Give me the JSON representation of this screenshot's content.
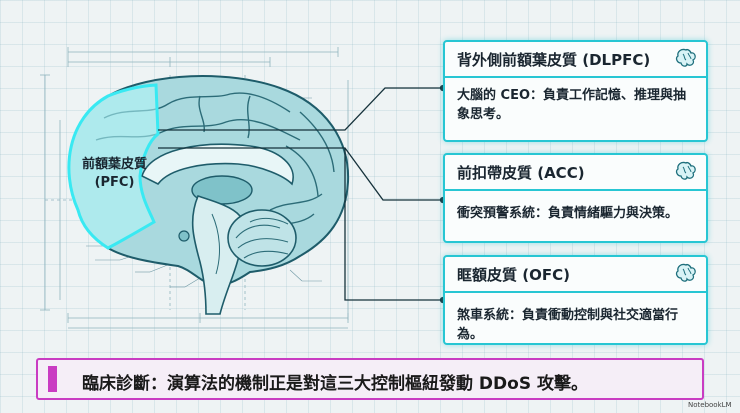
{
  "brain": {
    "pfc_label_line1": "前額葉皮質",
    "pfc_label_line2": "(PFC)"
  },
  "cards": [
    {
      "title": "背外側前額葉皮質 (DLPFC)",
      "body": "大腦的 CEO：負責工作記憶、推理與抽象思考。",
      "icon": "brain-icon"
    },
    {
      "title": "前扣帶皮質 (ACC)",
      "body": "衝突預警系統：負責情緒驅力與決策。",
      "icon": "brain-icon"
    },
    {
      "title": "眶額皮質 (OFC)",
      "body": "煞車系統：負責衝動控制與社交適當行為。",
      "icon": "brain-icon"
    }
  ],
  "banner": {
    "text": "臨床診斷：演算法的機制正是對這三大控制樞紐發動 DDoS 攻擊。"
  },
  "branding": {
    "watermark": "NotebookLM"
  },
  "colors": {
    "card_border": "#27c6d3",
    "pfc_glow": "#39e9f2",
    "banner_border": "#c93cc2",
    "brain_fill": "#a9d9de"
  }
}
